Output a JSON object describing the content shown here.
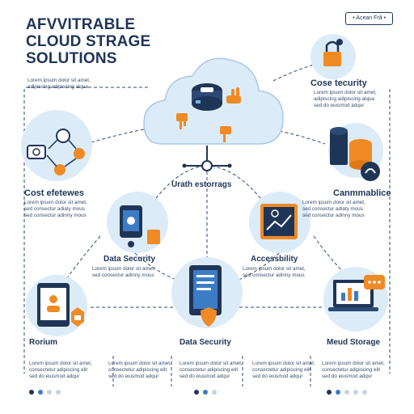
{
  "header": {
    "title_lines": [
      "AFVVITRABLE",
      "CLOUD STRAGE",
      "SOLUTIONS"
    ],
    "badge": "• Acean Frå •"
  },
  "center": {
    "label": "Urath estorrags"
  },
  "nodes": {
    "cost_security": {
      "label": "Cose tecurity",
      "desc": [
        "Lorem ipsum dolor sit amet,",
        "adipiscing adipiscing alqua",
        "sed do eiusmod adqur"
      ]
    },
    "cost_effectives": {
      "label": "Cost efetewes",
      "desc": [
        "Lorem ipsum dolor sit amet,",
        "sed consectur adiaty mous",
        "sed consectur adinny mous"
      ]
    },
    "cannmablice": {
      "label": "Canmmablice",
      "desc": [
        "Lorem ipsum dolor sit amet,",
        "sed consectur adiaty mous",
        "sed consectur adinny mous"
      ]
    },
    "data_security_left": {
      "label": "Data Security",
      "desc": [
        "Lorem ipsum dolor sit amet,",
        "sed consectur adinny mous"
      ]
    },
    "accessibility": {
      "label": "Accessbility",
      "desc": [
        "Lorem ipsum dolor sit amet,",
        "sed consectur adinny mous"
      ]
    },
    "rorium": {
      "label": "Rorium"
    },
    "data_security_center": {
      "label": "Data Security"
    },
    "mead_storage": {
      "label": "Meud Storage"
    }
  },
  "footer": {
    "columns": [
      [
        "Lorem ipsum dolor sit amet,",
        "consectetur adipiscing elit",
        "sed do eiusmod adqur"
      ],
      [
        "Lorem ipsum dolor sit amet,",
        "consectetur adipiscing elit",
        "sed do eiusmod adqur"
      ],
      [
        "Lorem ipsum dolor sit amet,",
        "consectetur adipiscing elit",
        "sed do eiusmod adqur"
      ],
      [
        "Lorem ipsum dolor sit amet,",
        "consectetur adipiscing elit",
        "sed do eiusmod adqur"
      ],
      [
        "Lorem ipsum dolor sit amet,",
        "consectetur adipiscing elit",
        "sed do eiusmod adqur"
      ]
    ]
  },
  "colors": {
    "navy": "#1f3557",
    "orange": "#f08a24",
    "light_blue": "#dcebf8",
    "mid_blue": "#3c7cc4",
    "dot_grey": "#c8d3e0"
  }
}
